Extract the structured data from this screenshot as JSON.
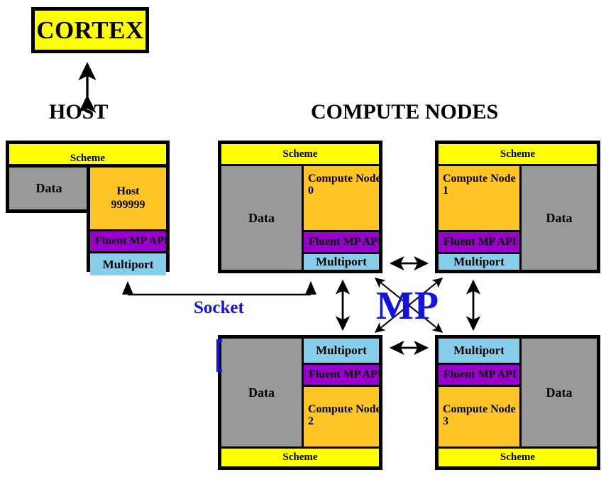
{
  "diagram": {
    "title_box": "CORTEX",
    "headers": {
      "host": "HOST",
      "compute_nodes": "COMPUTE NODES"
    },
    "labels": {
      "socket": "Socket",
      "mp": "MP"
    },
    "colors": {
      "scheme": "#FFFF00",
      "data": "#999999",
      "compute": "#FFC425",
      "api": "#9A00CC",
      "multiport": "#87CEEB",
      "border": "#000000",
      "blue_text": "#1414E0",
      "background": "#FFFFFF"
    },
    "common": {
      "scheme": "Scheme",
      "data": "Data",
      "api": "Fluent MP API",
      "multiport": "Multiport"
    },
    "blocks": [
      {
        "id": "host",
        "title": "Host",
        "subtitle": "999999",
        "scheme": "Scheme",
        "data": "Data",
        "api": "Fluent MP API",
        "multiport": "Multiport"
      },
      {
        "id": "node0",
        "title": "Compute Node",
        "subtitle": "0",
        "scheme": "Scheme",
        "data": "Data",
        "api": "Fluent MP API",
        "multiport": "Multiport"
      },
      {
        "id": "node1",
        "title": "Compute Node",
        "subtitle": "1",
        "scheme": "Scheme",
        "data": "Data",
        "api": "Fluent MP API",
        "multiport": "Multiport"
      },
      {
        "id": "node2",
        "title": "Compute Node",
        "subtitle": "2",
        "scheme": "Scheme",
        "data": "Data",
        "api": "Fluent MP API",
        "multiport": "Multiport"
      },
      {
        "id": "node3",
        "title": "Compute Node",
        "subtitle": "3",
        "scheme": "Scheme",
        "data": "Data",
        "api": "Fluent MP API",
        "multiport": "Multiport"
      }
    ],
    "connections": [
      {
        "name": "cortex-host",
        "kind": "vertical-double-arrow"
      },
      {
        "name": "host-node0-socket",
        "kind": "bracket-double-arrow",
        "label": "Socket"
      },
      {
        "name": "node0-node1",
        "kind": "horizontal-double-arrow"
      },
      {
        "name": "node2-node3",
        "kind": "horizontal-double-arrow"
      },
      {
        "name": "node0-node2",
        "kind": "vertical-double-arrow"
      },
      {
        "name": "node1-node3",
        "kind": "vertical-double-arrow"
      },
      {
        "name": "node0-node3-diagonal",
        "kind": "diagonal-double-arrow"
      },
      {
        "name": "node1-node2-diagonal",
        "kind": "diagonal-double-arrow"
      }
    ]
  }
}
